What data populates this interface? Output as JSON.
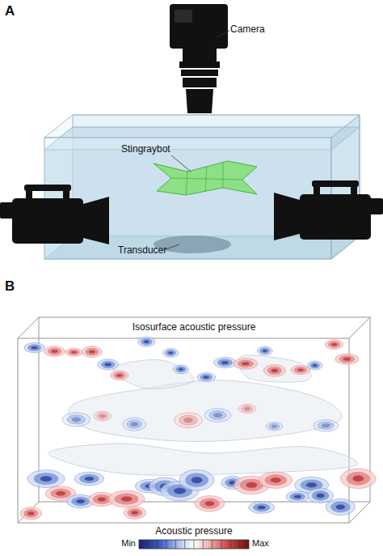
{
  "diagram": {
    "labels": [
      "A",
      "Camera",
      "Stingraybot",
      "Transducer",
      "B",
      "Isosurface acoustic pressure",
      "Acoustic pressure",
      "Min",
      "Max"
    ]
  }
}
